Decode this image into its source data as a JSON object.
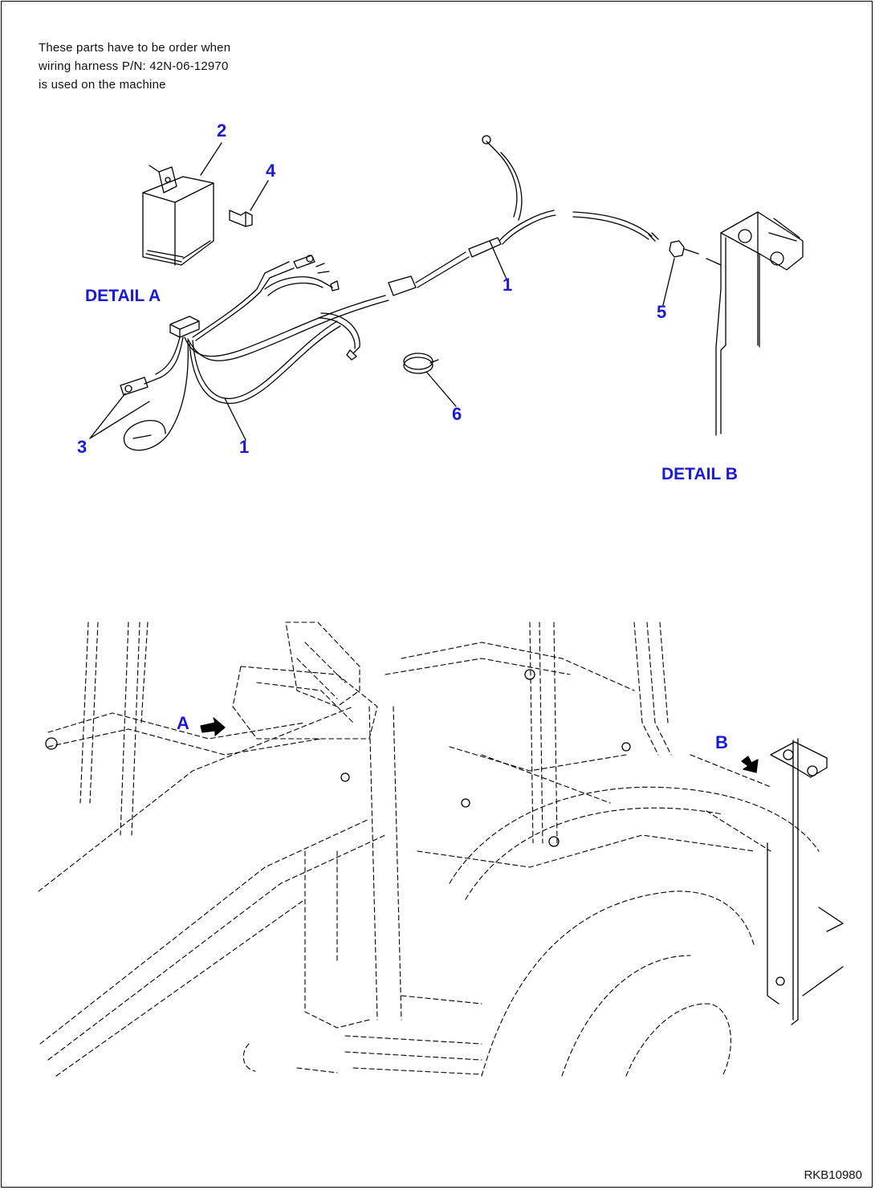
{
  "note": "These parts have to be order when\nwiring harness P/N: 42N-06-12970\nis used on the machine",
  "callouts": {
    "c2": "2",
    "c4": "4",
    "c1_top": "1",
    "c1_bottom": "1",
    "c3": "3",
    "c5": "5",
    "c6": "6",
    "A": "A",
    "B": "B"
  },
  "detail_a": "DETAIL A",
  "detail_b": "DETAIL B",
  "drawing_code": "RKB10980",
  "colors": {
    "callout": "#1a1ad6",
    "line": "#000000"
  }
}
